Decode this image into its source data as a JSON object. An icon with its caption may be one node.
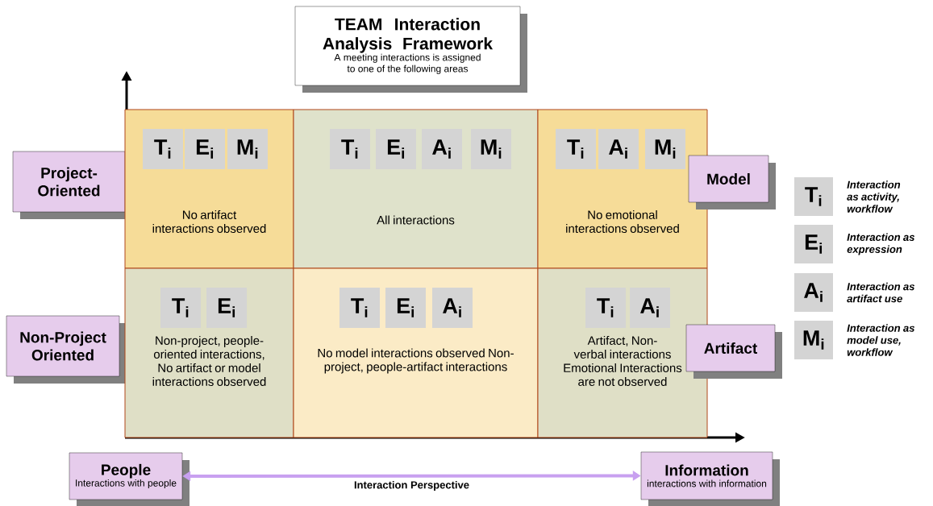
{
  "diagram": {
    "nodes": [
      {
        "text": [
          "TEAM Interaction Analysis Framework",
          "A meeting interactions is assigned to one of the following areas"
        ]
      },
      {
        "text": [
          "Project-Oriented"
        ]
      },
      {
        "text": [
          "No artifact interactions observed"
        ]
      },
      {
        "text": [
          "T$_{i}$"
        ],
        "in": 2
      },
      {
        "text": [
          "E$_{i}$"
        ],
        "in": 2
      },
      {
        "text": [
          "M$_{i}$"
        ],
        "in": 2
      },
      {
        "text": [
          "All interactions"
        ]
      },
      {
        "text": [
          "T$_{i}$"
        ],
        "in": 6
      },
      {
        "text": [
          "E$_{i}$"
        ],
        "in": 6
      },
      {
        "text": [
          "A$_{i}$"
        ],
        "in": 6
      },
      {
        "text": [
          "M$_{i}$"
        ],
        "in": 6
      },
      {
        "text": [
          "No emotional interactions observed"
        ]
      },
      {
        "text": [
          "T$_{i}$"
        ],
        "in": 11
      },
      {
        "text": [
          "A$_{i}$"
        ],
        "in": 11
      },
      {
        "text": [
          "M$_{i}$"
        ],
        "in": 11
      },
      {
        "text": [
          "Model"
        ]
      },
      {
        "text": [
          "T$_{i}$"
        ],
        "beside": [
          "Interaction as activity, workflow"
        ]
      },
      {
        "text": [
          "E$_{i}$"
        ],
        "beside": [
          "Interaction as expression"
        ]
      },
      {
        "text": [
          "A$_{i}$"
        ],
        "beside": [
          "Interaction as artifact use"
        ]
      },
      {
        "text": [
          "M$_{i}$"
        ],
        "beside": [
          "Interaction as model use, workflow"
        ]
      },
      {
        "text": [
          "Non-Project Oriented"
        ]
      },
      {
        "text": [
          "Non-project, people-oriented interactions, No artifact or model interactions observed"
        ]
      },
      {
        "text": [
          "T$_{i}$"
        ],
        "in": 21
      },
      {
        "text": [
          "E$_{i}$"
        ],
        "in": 21
      },
      {
        "text": [
          "No model interactions observed Non-project, people-artifact interactions"
        ]
      },
      {
        "text": [
          "T$_{i}$"
        ],
        "in": 24
      },
      {
        "text": [
          "E$_{i}$"
        ],
        "in": 24
      },
      {
        "text": [
          "A$_{i}$"
        ],
        "in": 24
      },
      {
        "text": [
          "Artifact, Non-verbal interactions Emotional Interactions are not observed"
        ]
      },
      {
        "text": [
          "T$_{i}$"
        ],
        "in": 28
      },
      {
        "text": [
          "A$_{i}$"
        ],
        "in": 28
      },
      {
        "text": [
          "Artifact"
        ]
      },
      {
        "text": [
          "People",
          "Interactions with people"
        ]
      },
      {
        "text": [
          "Information",
          "interactions with information"
        ]
      }
    ],
    "edges": [
      {
        "from": 32,
        "to": 33,
        "arrow": "both",
        "label": "Interaction Perspective"
      }
    ]
  }
}
